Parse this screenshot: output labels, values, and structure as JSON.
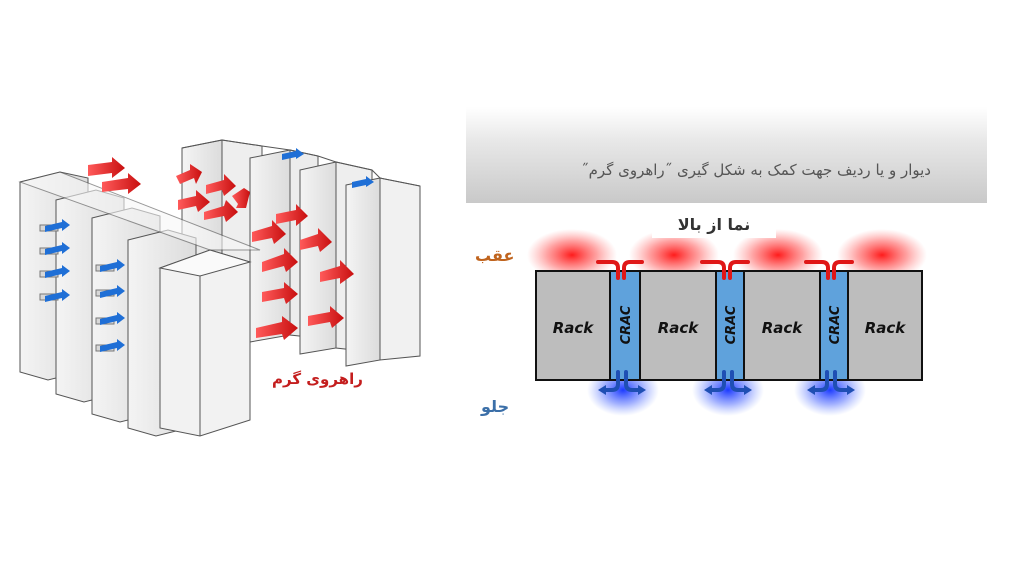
{
  "title": "دیوار و یا ردیف جهت کمک به شکل گیری ˝راهروی گرم˝",
  "top_view_label": "نما از بالا",
  "back_label": "عقب",
  "front_label": "جلو",
  "hot_aisle_label": "راهروی گرم",
  "rack_label": "Rack",
  "crac_label": "CRAC",
  "colors": {
    "hot_air": "#e01818",
    "cold_air": "#1f6fd6",
    "rack_fill": "#bdbdbd",
    "crac_fill": "#5fa2dc"
  }
}
